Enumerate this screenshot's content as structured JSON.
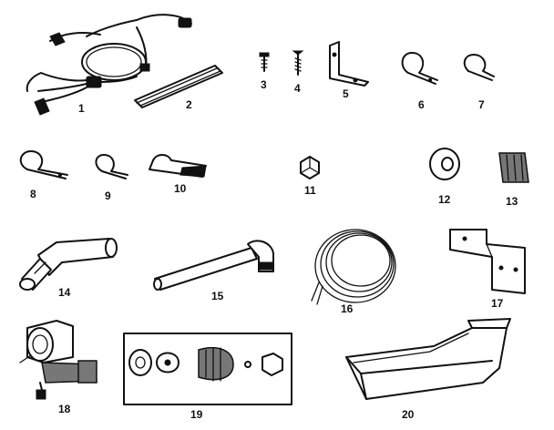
{
  "diagram": {
    "parts": [
      {
        "id": "p1",
        "label": "1"
      },
      {
        "id": "p2",
        "label": "2"
      },
      {
        "id": "p3",
        "label": "3"
      },
      {
        "id": "p4",
        "label": "4"
      },
      {
        "id": "p5",
        "label": "5"
      },
      {
        "id": "p6",
        "label": "6"
      },
      {
        "id": "p7",
        "label": "7"
      },
      {
        "id": "p8",
        "label": "8"
      },
      {
        "id": "p9",
        "label": "9"
      },
      {
        "id": "p10",
        "label": "10"
      },
      {
        "id": "p11",
        "label": "11"
      },
      {
        "id": "p12",
        "label": "12"
      },
      {
        "id": "p13",
        "label": "13"
      },
      {
        "id": "p14",
        "label": "14"
      },
      {
        "id": "p15",
        "label": "15"
      },
      {
        "id": "p16",
        "label": "16"
      },
      {
        "id": "p17",
        "label": "17"
      },
      {
        "id": "p18",
        "label": "18"
      },
      {
        "id": "p19",
        "label": "19"
      },
      {
        "id": "p20",
        "label": "20"
      }
    ]
  }
}
